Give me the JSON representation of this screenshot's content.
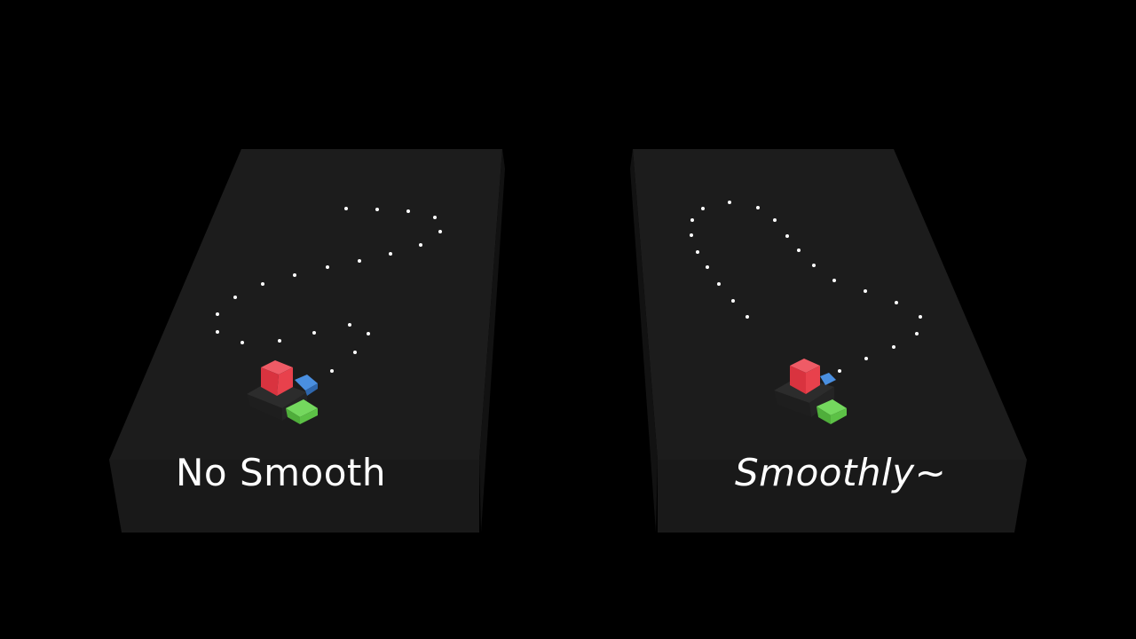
{
  "scene": {
    "background": "#000000",
    "platform_color": "#1b1b1b",
    "cube_colors": {
      "body": "#e8414c",
      "x_axis": "#4a8fe0",
      "z_axis": "#62c94d",
      "base": "#2a2a2a"
    }
  },
  "panels": [
    {
      "label": "No Smooth",
      "path_style": "no-smooth"
    },
    {
      "label": "Smoothly~",
      "path_style": "smooth"
    }
  ]
}
